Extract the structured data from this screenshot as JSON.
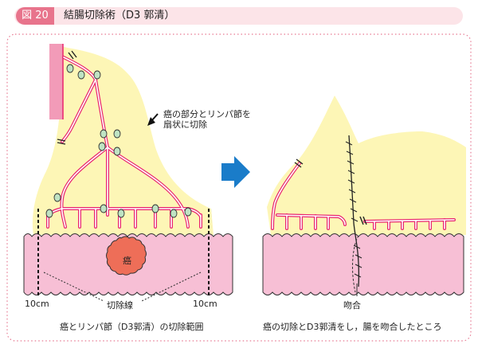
{
  "header": {
    "figure_number": "図 20",
    "title": "結腸切除術（D3 郭清）"
  },
  "left_panel": {
    "annotation": [
      "癌の部分とリンパ節を",
      "扇状に切除"
    ],
    "tumor_label": "癌",
    "margin_left": "10cm",
    "margin_right": "10cm",
    "cut_line_label": "切除線",
    "caption": "癌とリンパ節（D3郭清）の切除範囲"
  },
  "right_panel": {
    "anastomosis_label": "吻合",
    "caption": "癌の切除とD3郭清をし，腸を吻合したところ"
  },
  "colors": {
    "header_badge": "#e8748c",
    "header_bg": "#fce4e8",
    "border_dots": "#e77a92",
    "mesentery": "#fdf6b6",
    "intestine": "#f7bfd5",
    "vessel": "#e9246e",
    "lymph_node": "#bfe3c3",
    "tumor": "#ee6e58",
    "arrow": "#1a7cc9"
  }
}
